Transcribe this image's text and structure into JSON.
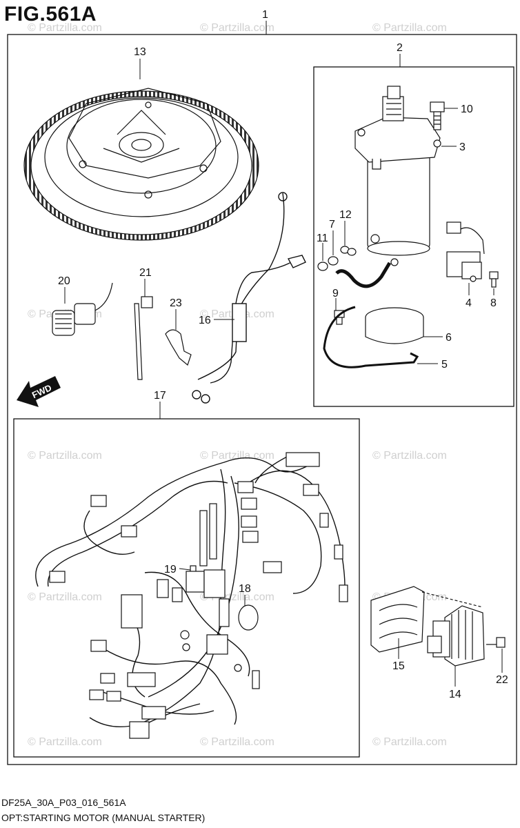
{
  "figure": {
    "title": "FIG.561A",
    "code": "DF25A_30A_P03_016_561A",
    "description": "OPT:STARTING MOTOR (MANUAL STARTER)"
  },
  "direction_label": "FWD",
  "watermark": "© Partzilla.com",
  "callouts": [
    "1",
    "2",
    "3",
    "4",
    "5",
    "6",
    "7",
    "8",
    "9",
    "10",
    "11",
    "12",
    "13",
    "14",
    "15",
    "16",
    "17",
    "18",
    "19",
    "20",
    "21",
    "22",
    "23"
  ]
}
